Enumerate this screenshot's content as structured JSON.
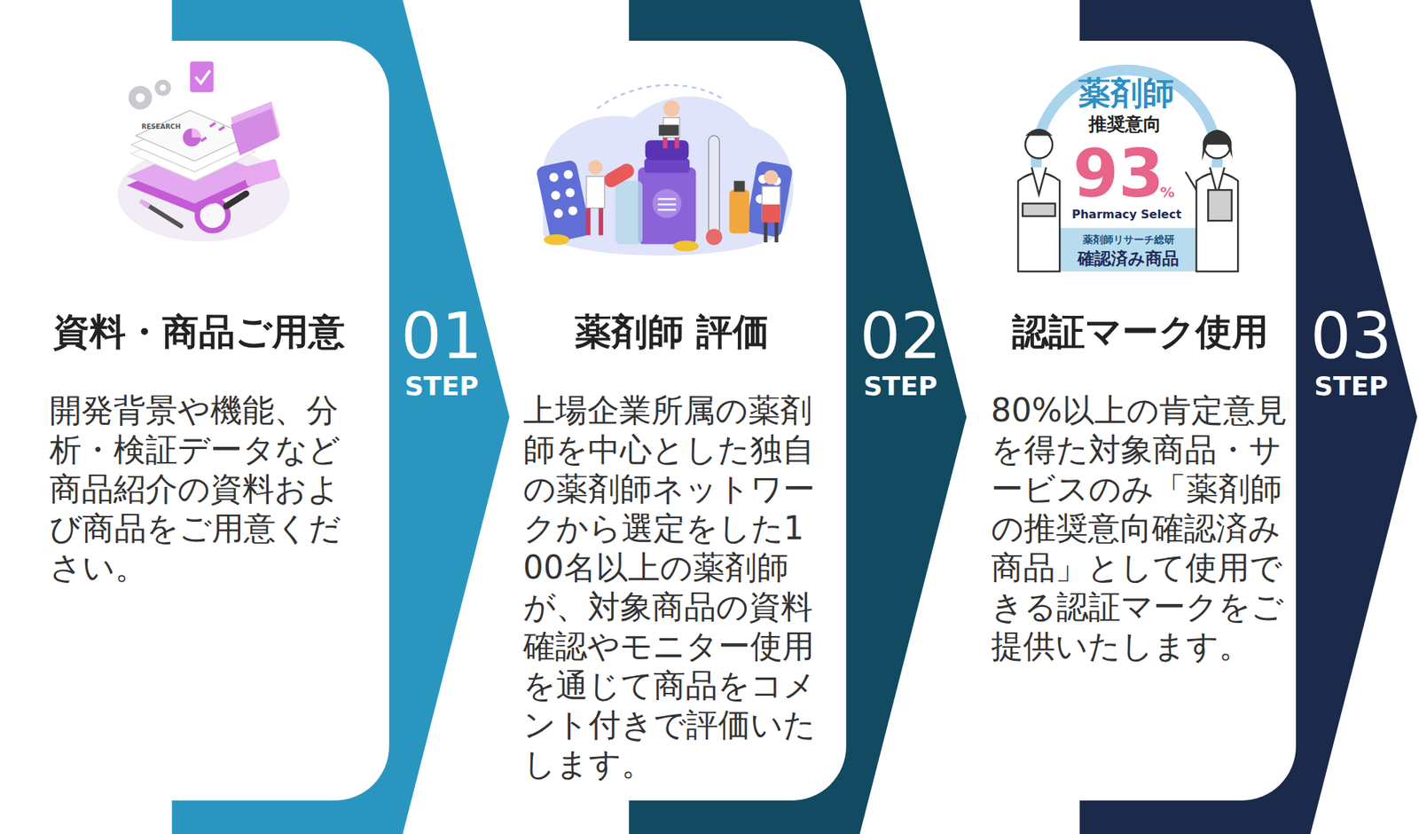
{
  "diagram": {
    "nodes": [
      {
        "text": [
          "資料・商品ご用意",
          "開発背景や機能、分析・検証データなど商品紹介の資料および商品をご用意ください。"
        ]
      },
      {
        "text": [
          "薬剤師 評価",
          "上場企業所属の薬剤師を中心とした独自の薬剤師ネットワークから選定をした100名以上の薬剤師が、対象商品の資料確認やモニター使用を通じて商品をコメント付きで評価いたします。"
        ]
      },
      {
        "text": [
          "認証マーク使用",
          "80%以上の肯定意見を得た対象商品・サービスのみ「薬剤師の推奨意向確認済み商品」として使用できる認証マークをご提供いたします。"
        ]
      }
    ],
    "labels": [
      "01",
      "STEP",
      "02",
      "STEP",
      "03",
      "STEP",
      "RESEARCH",
      "薬剤師",
      "推奨意向",
      "93",
      "%",
      "Pharmacy Select",
      "薬剤師リサーチ総研",
      "確認済み商品"
    ]
  }
}
